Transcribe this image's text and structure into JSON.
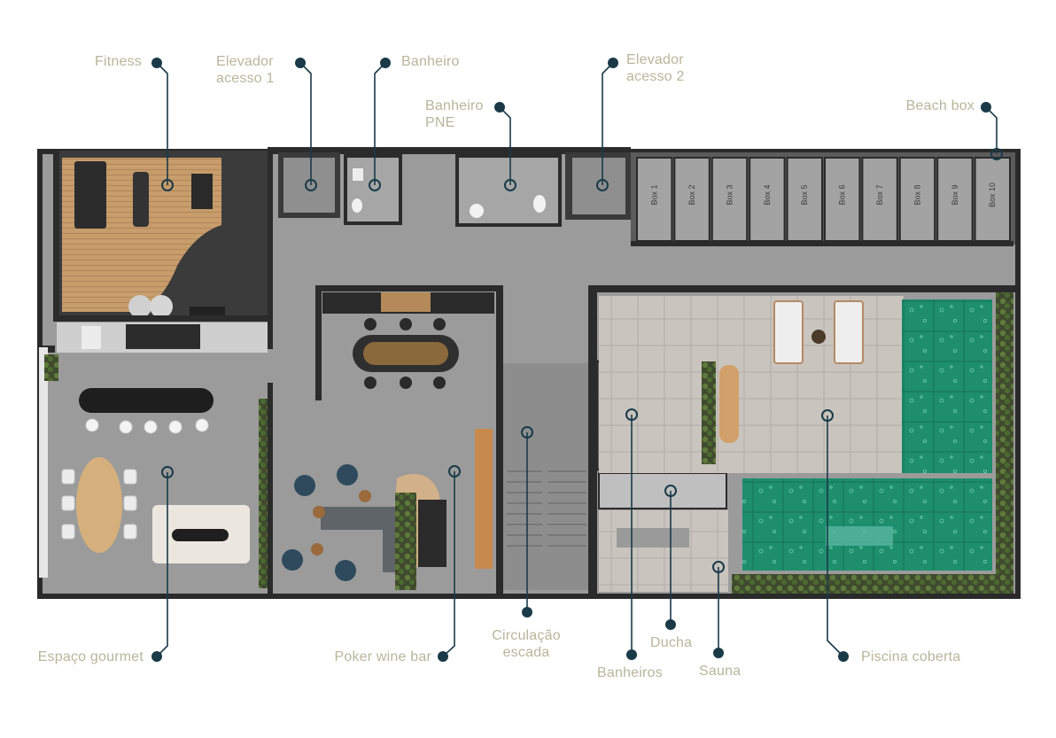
{
  "colors": {
    "label_text": "#b9b59b",
    "callout_line": "#1a3a48",
    "wall": "#2b2b2b",
    "floor": "#9a9a9a",
    "pool": "#1f8f6e",
    "wood": "#c49a6c"
  },
  "rooms": {
    "fitness": "Fitness",
    "elevador_1": "Elevador\nacesso 1",
    "banheiro": "Banheiro",
    "banheiro_pne": "Banheiro\nPNE",
    "elevador_2": "Elevador\nacesso 2",
    "beach_box": "Beach box",
    "espaco_gourmet": "Espaço gourmet",
    "poker_wine_bar": "Poker wine bar",
    "circulacao": "Circulação\nescada",
    "banheiros": "Banheiros",
    "ducha": "Ducha",
    "sauna": "Sauna",
    "piscina": "Piscina coberta"
  },
  "boxes": [
    "Box 1",
    "Box 2",
    "Box 3",
    "Box 4",
    "Box 5",
    "Box 6",
    "Box 7",
    "Box 8",
    "Box 9",
    "Box 10"
  ]
}
